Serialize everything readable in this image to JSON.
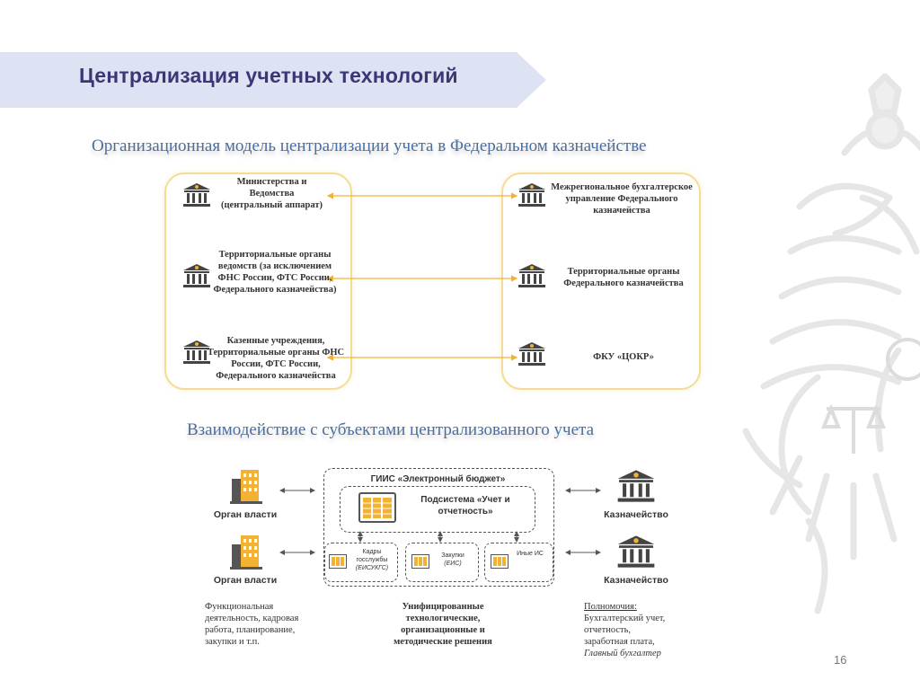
{
  "title": "Централизация учетных технологий",
  "subtitle_model": "Организационная модель централизации учета в Федеральном казначействе",
  "subtitle_interaction": "Взаимодействие с субъектами централизованного учета",
  "left_entities": [
    {
      "label": "Министерства и Ведомства (центральный аппарат)",
      "icon": "institution-icon"
    },
    {
      "label": "Территориальные органы ведомств (за исключением ФНС России, ФТС России, Федерального казначейства)",
      "icon": "institution-icon"
    },
    {
      "label": "Казенные учреждения, Территориальные органы ФНС России, ФТС России, Федерального казначейства",
      "icon": "institution-icon"
    }
  ],
  "right_entities": [
    {
      "label": "Межрегиональное бухгалтерское управление Федерального казначейства",
      "icon": "institution-icon"
    },
    {
      "label": "Территориальные органы Федерального казначейства",
      "icon": "institution-icon"
    },
    {
      "label": "ФКУ «ЦОКР»",
      "icon": "institution-icon"
    }
  ],
  "authority_label_1": "Орган власти",
  "authority_label_2": "Орган власти",
  "treasury_label_1": "Казначейство",
  "treasury_label_2": "Казначейство",
  "giis": {
    "title": "ГИИС «Электронный бюджет»",
    "subsystem": "Подсистема «Учет и отчетность»",
    "modules": [
      {
        "name": "Кадры госслужбы",
        "sub": "(ЕИСУКГС)"
      },
      {
        "name": "Закупки",
        "sub": "(ЕИС)"
      },
      {
        "name": "Иные ИС",
        "sub": ""
      }
    ]
  },
  "left_caption": "Функциональная деятельность, кадровая работа, планирование, закупки и т.п.",
  "center_caption": "Унифицированные технологические, организационные и методические решения",
  "right_caption": {
    "heading": "Полномочия:",
    "lines": [
      "Бухгалтерский учет,",
      "отчетность,",
      "заработная плата,",
      "Главный бухгалтер"
    ]
  },
  "page_number": "16",
  "colors": {
    "banner": "#dde3f3",
    "title": "#3d3575",
    "subtitle": "#4a6ea0",
    "panel_border": "#f4dc96",
    "accent_gold": "#f2b233"
  }
}
